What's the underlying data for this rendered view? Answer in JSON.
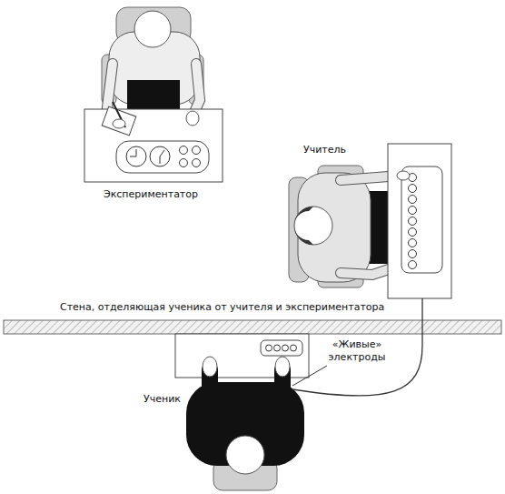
{
  "diagram": {
    "labels": [
      "Экспериментатор",
      "Учитель",
      "Стена, отделяющая ученика от учителя и экспериментатора",
      "«Живые» электроды",
      "Ученик"
    ]
  }
}
